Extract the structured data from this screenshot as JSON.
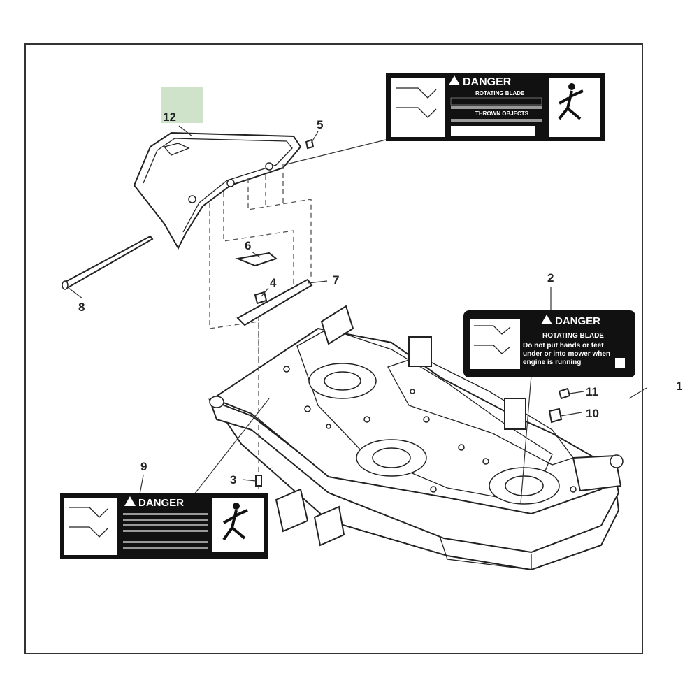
{
  "callouts": {
    "c1": "1",
    "c2": "2",
    "c3": "3",
    "c4": "4",
    "c5": "5",
    "c6": "6",
    "c7": "7",
    "c8": "8",
    "c9": "9",
    "c10": "10",
    "c11": "11",
    "c12": "12"
  },
  "decal_top": {
    "title": "DANGER",
    "heading": "ROTATING BLADE",
    "sub": "THROWN OBJECTS"
  },
  "decal_right": {
    "title": "DANGER",
    "heading": "ROTATING BLADE",
    "line1": "Do not put hands or feet",
    "line2": "under or into mower when",
    "line3": "engine is running"
  },
  "decal_left": {
    "title": "DANGER"
  },
  "colors": {
    "highlight": "#cfe3cb",
    "decal_bg": "#111111",
    "line": "#222222"
  }
}
